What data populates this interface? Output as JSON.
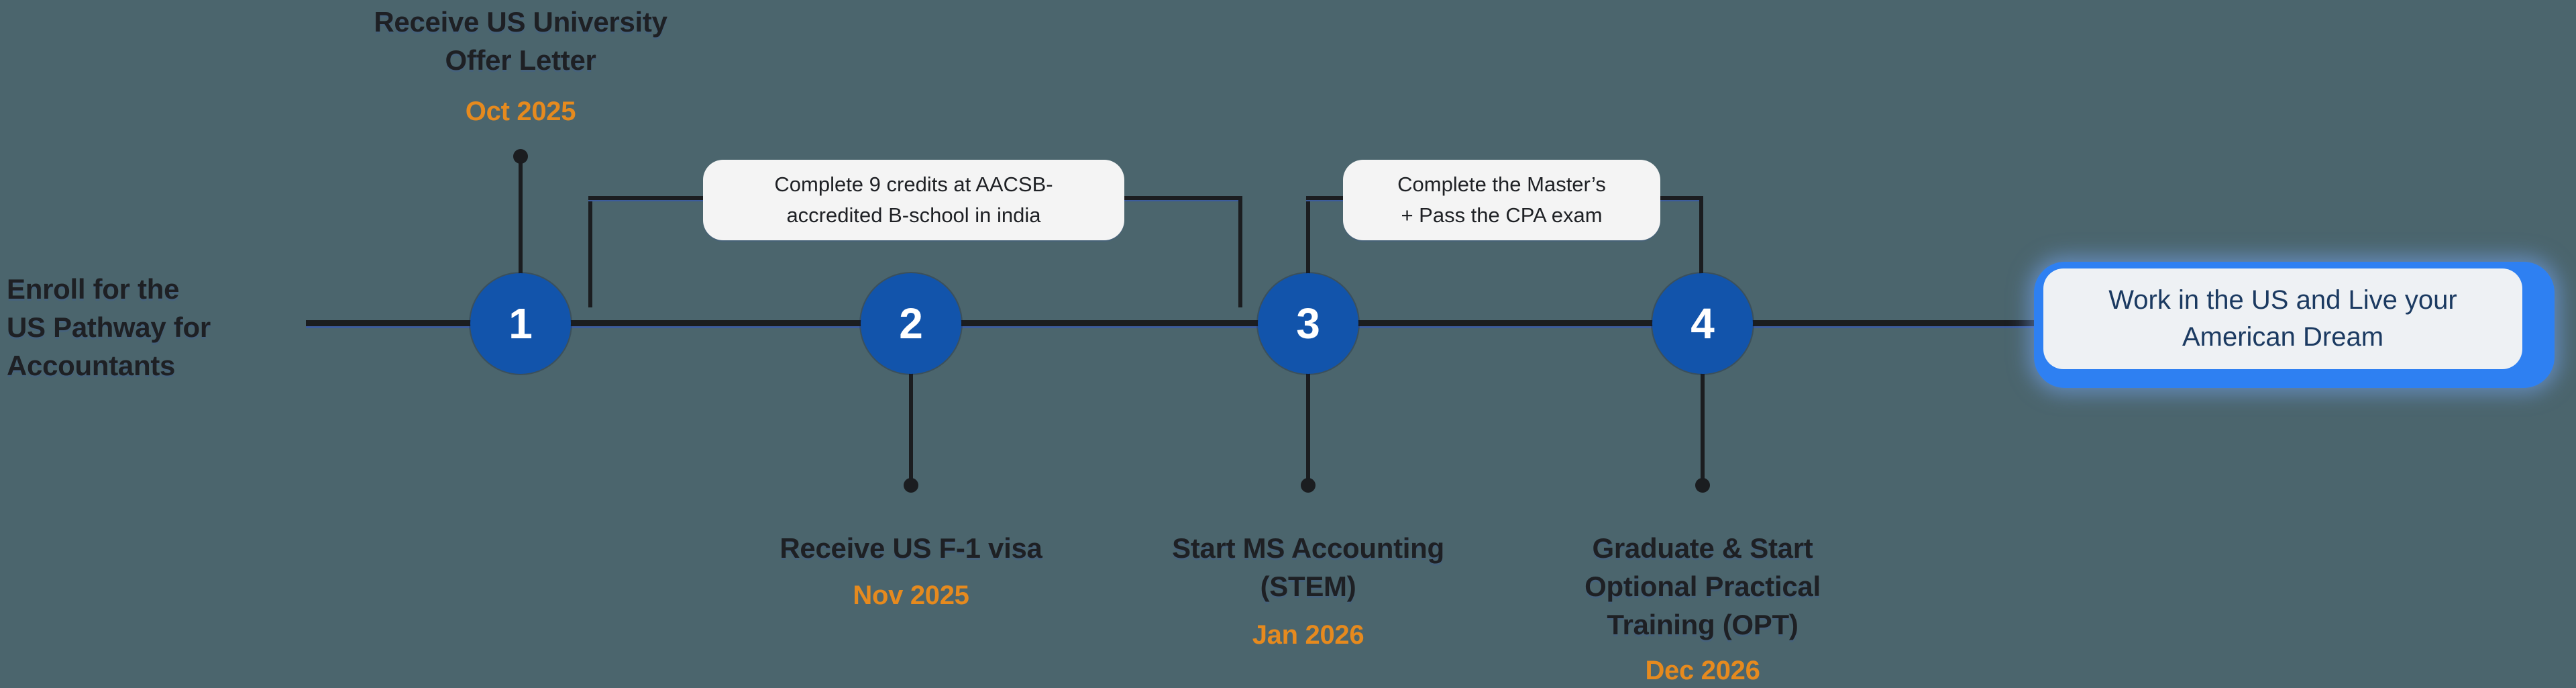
{
  "diagram": {
    "type": "timeline-roadmap",
    "background_color": "#4B656D",
    "colors": {
      "line_ink": "#1B1D20",
      "line_blue_edge": "#3C5C9C",
      "node_blue": "#1254AB",
      "node_number_text": "#ffffff",
      "date_orange": "#E68A1E",
      "callout_bg": "#F4F4F4",
      "end_box_blue": "#2E80F2",
      "end_box_panel": "#EEF1F4",
      "end_box_text_navy": "#1B3A61",
      "title_ink": "#1E2024"
    },
    "start_label": "Enroll for the\nUS Pathway for\nAccountants",
    "steps": [
      {
        "number": "1",
        "title": "Receive US University\nOffer Letter",
        "date": "Oct 2025",
        "caption_position": "above"
      },
      {
        "number": "2",
        "title": "Receive US F-1 visa",
        "date": "Nov 2025",
        "caption_position": "below"
      },
      {
        "number": "3",
        "title": "Start MS Accounting\n(STEM)",
        "date": "Jan 2026",
        "caption_position": "below"
      },
      {
        "number": "4",
        "title": "Graduate & Start\nOptional Practical\nTraining (OPT)",
        "date": "Dec 2026",
        "caption_position": "below"
      }
    ],
    "callouts": [
      {
        "text": "Complete 9 credits at AACSB-\naccredited B-school in india",
        "spans": "between step 1 and step 3"
      },
      {
        "text": "Complete the Master’s\n+ Pass the CPA exam",
        "spans": "between step 3 and step 4"
      }
    ],
    "end_box": {
      "text": "Work in the US and Live your\nAmerican Dream"
    }
  }
}
